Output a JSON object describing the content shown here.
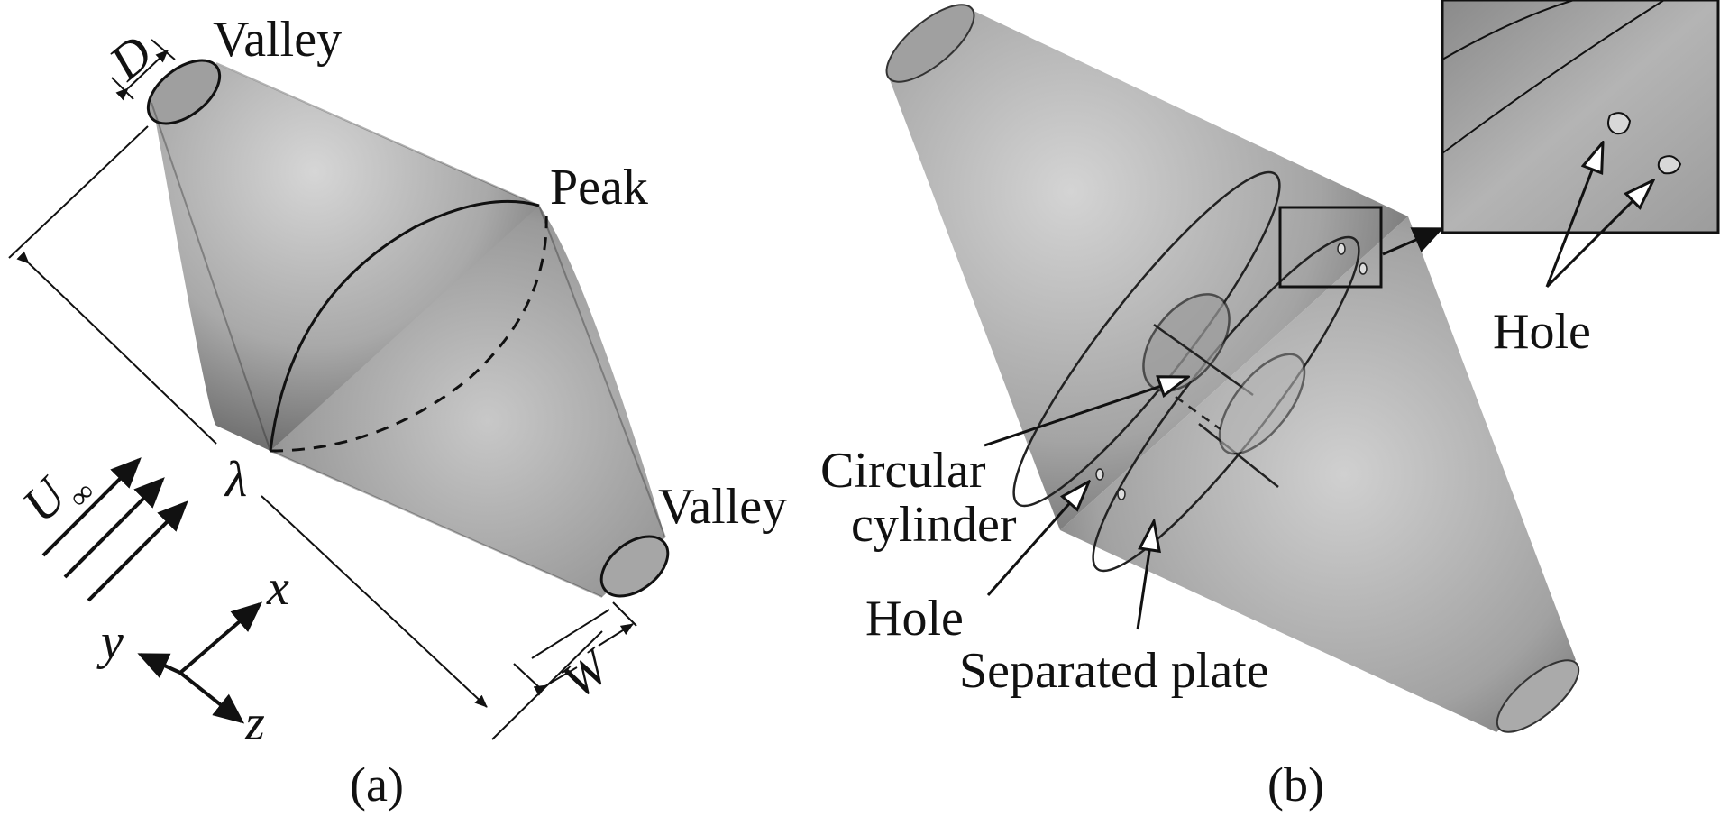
{
  "figure": {
    "panel_a": {
      "caption": "(a)",
      "labels": {
        "valley_top": "Valley",
        "valley_bottom": "Valley",
        "peak": "Peak",
        "diameter": "D",
        "wavelength": "λ",
        "width": "W",
        "flow_velocity": "U",
        "flow_subscript": "∞"
      },
      "axes": {
        "x": "x",
        "y": "y",
        "z": "z"
      }
    },
    "panel_b": {
      "caption": "(b)",
      "labels": {
        "circular_cylinder_line1": "Circular",
        "circular_cylinder_line2": "cylinder",
        "hole": "Hole",
        "separated_plate": "Separated plate",
        "inset_hole": "Hole"
      }
    },
    "colors": {
      "body_light": "#cfcfcf",
      "body_dark": "#5a5a5a",
      "stroke": "#111111",
      "inset_bg": "#a8a8a8"
    }
  }
}
